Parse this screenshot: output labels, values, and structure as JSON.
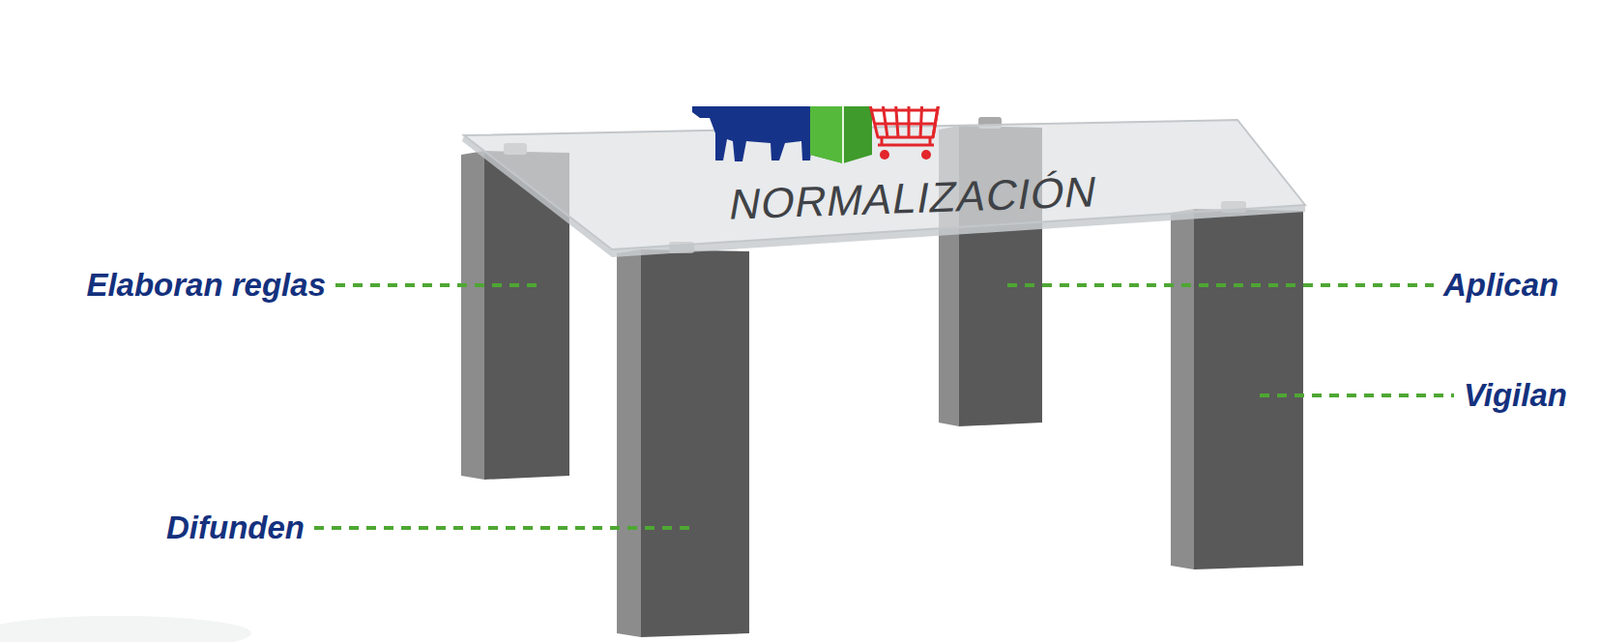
{
  "diagram": {
    "nodes": [
      {
        "text": [
          "NORMALIZACIÓN"
        ]
      }
    ],
    "labels": [
      "Elaboran reglas",
      "Aplican",
      "Vigilan",
      "Difunden"
    ]
  }
}
